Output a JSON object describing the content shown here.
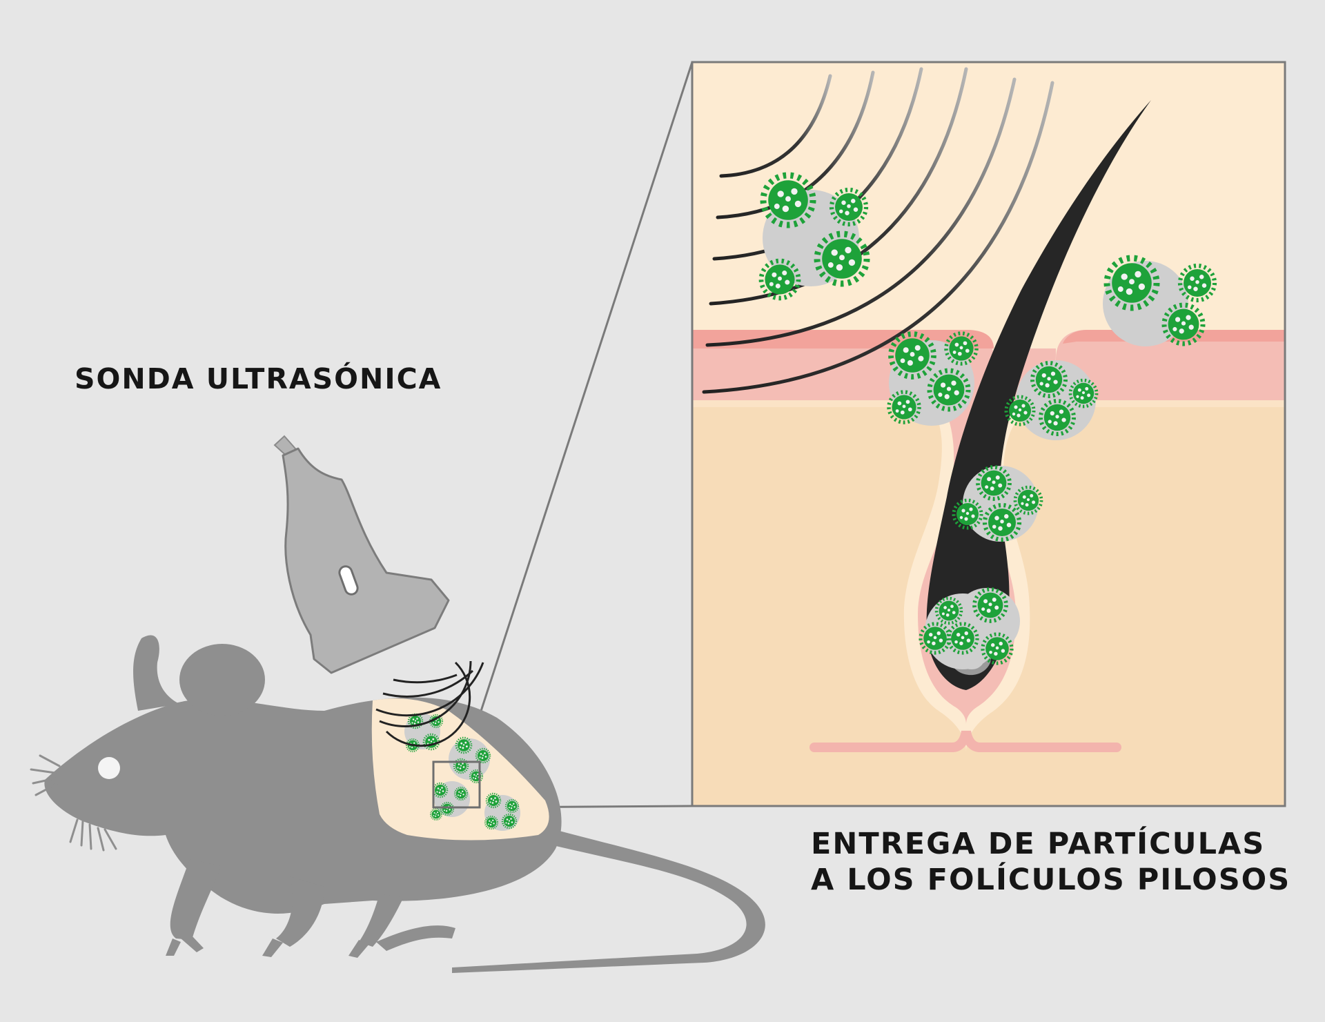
{
  "labels": {
    "probe": "SONDA ULTRASÓNICA",
    "delivery_line1": "ENTREGA DE PARTÍCULAS",
    "delivery_line2": "A LOS FOLÍCULOS PILOSOS"
  },
  "colors": {
    "background": "#e6e6e6",
    "mouse": "#8f8f8f",
    "probe": "#b3b3b3",
    "skin_patch": "#fbe9d0",
    "epidermis_top": "#fbe9d0",
    "epidermis_pink": "#f4bdb5",
    "dermis": "#f7dcb8",
    "hair": "#262626",
    "particle_green": "#1ea23a",
    "bubble_gray": "#cfcfcf"
  },
  "icons": {
    "mouse": "mouse-silhouette-icon",
    "probe": "ultrasound-probe-icon",
    "waves": "ultrasound-waves-icon",
    "hair": "hair-follicle-icon",
    "particle": "virus-particle-icon"
  }
}
